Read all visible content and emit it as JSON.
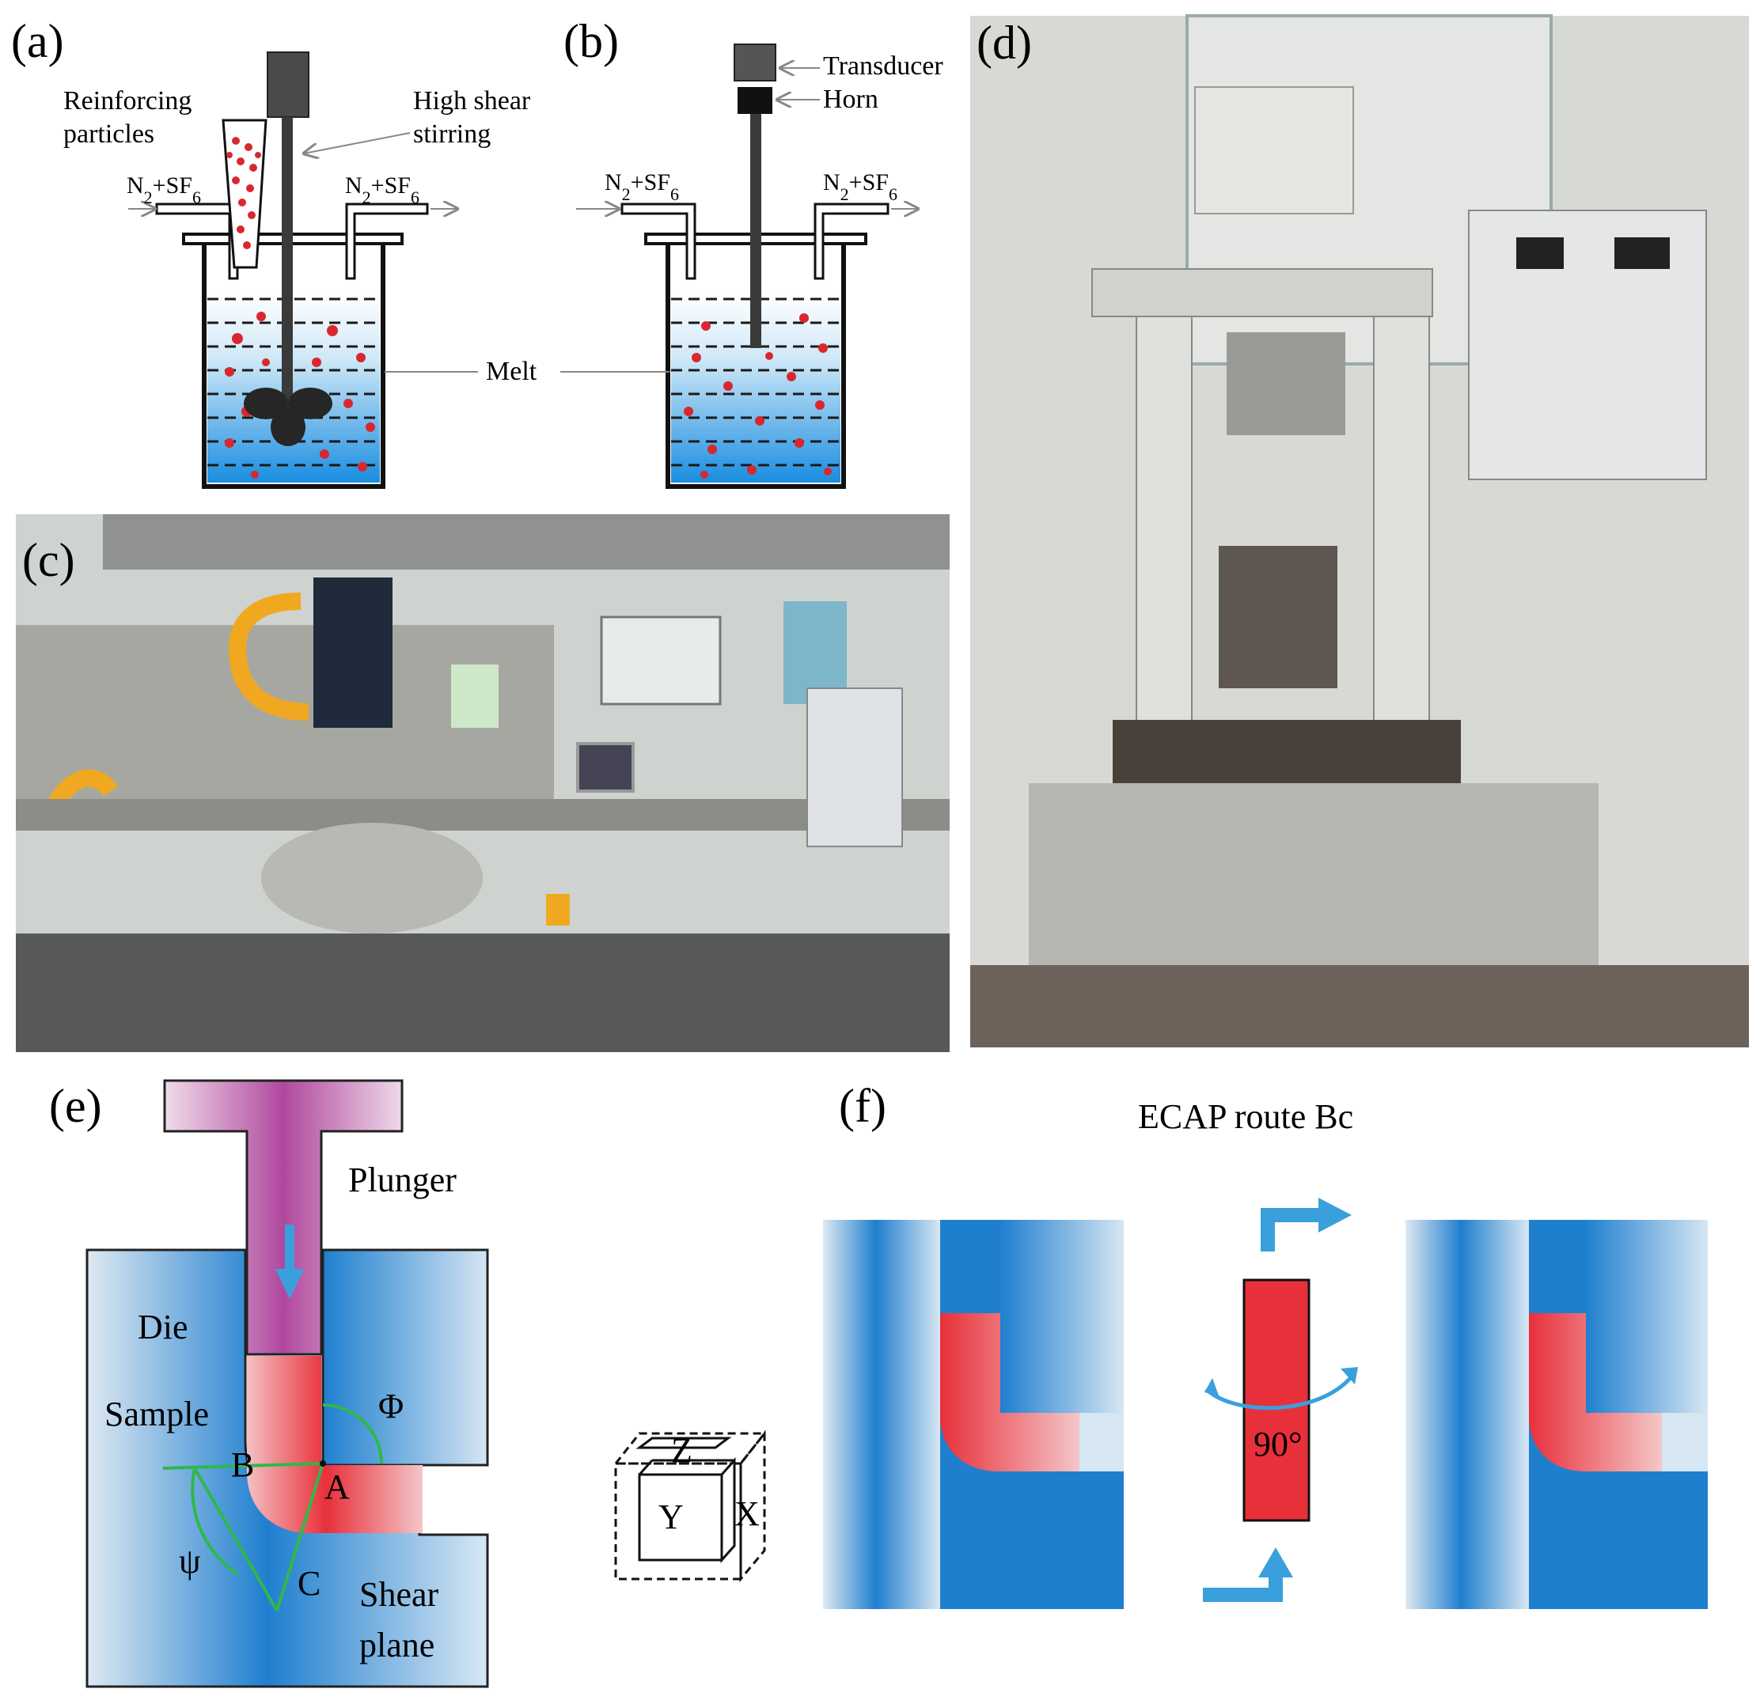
{
  "panels": {
    "a": {
      "label": "(a)",
      "reinforcing": [
        "Reinforcing",
        "particles"
      ],
      "stirring": [
        "High shear",
        "stirring"
      ],
      "gas_left": "N2+SF6",
      "gas_right": "N2+SF6"
    },
    "b": {
      "label": "(b)",
      "transducer": "Transducer",
      "horn": "Horn",
      "gas_left": "N2+SF6",
      "gas_right": "N2+SF6",
      "melt": "Melt"
    },
    "c": {
      "label": "(c)"
    },
    "d": {
      "label": "(d)"
    },
    "e": {
      "label": "(e)",
      "plunger": "Plunger",
      "die": "Die",
      "sample": "Sample",
      "phi": "Φ",
      "psi": "ψ",
      "point_a": "A",
      "point_b": "B",
      "point_c": "C",
      "shear_plane": [
        "Shear",
        "plane"
      ]
    },
    "f": {
      "label": "(f)",
      "title": "ECAP route Bc",
      "rotation": "90°",
      "axes": {
        "z": "Z",
        "y": "Y",
        "x": "X"
      }
    }
  },
  "colors": {
    "die_blue": "#1f7fcf",
    "sample_red": "#e8303a",
    "plunger_magenta": "#b0489e",
    "arrow_blue": "#3aa0dc",
    "particle_red": "#d9272e",
    "shear_green": "#2fb84a",
    "machine_grey": "#9a9a96",
    "pipe_yellow": "#f0a820"
  }
}
